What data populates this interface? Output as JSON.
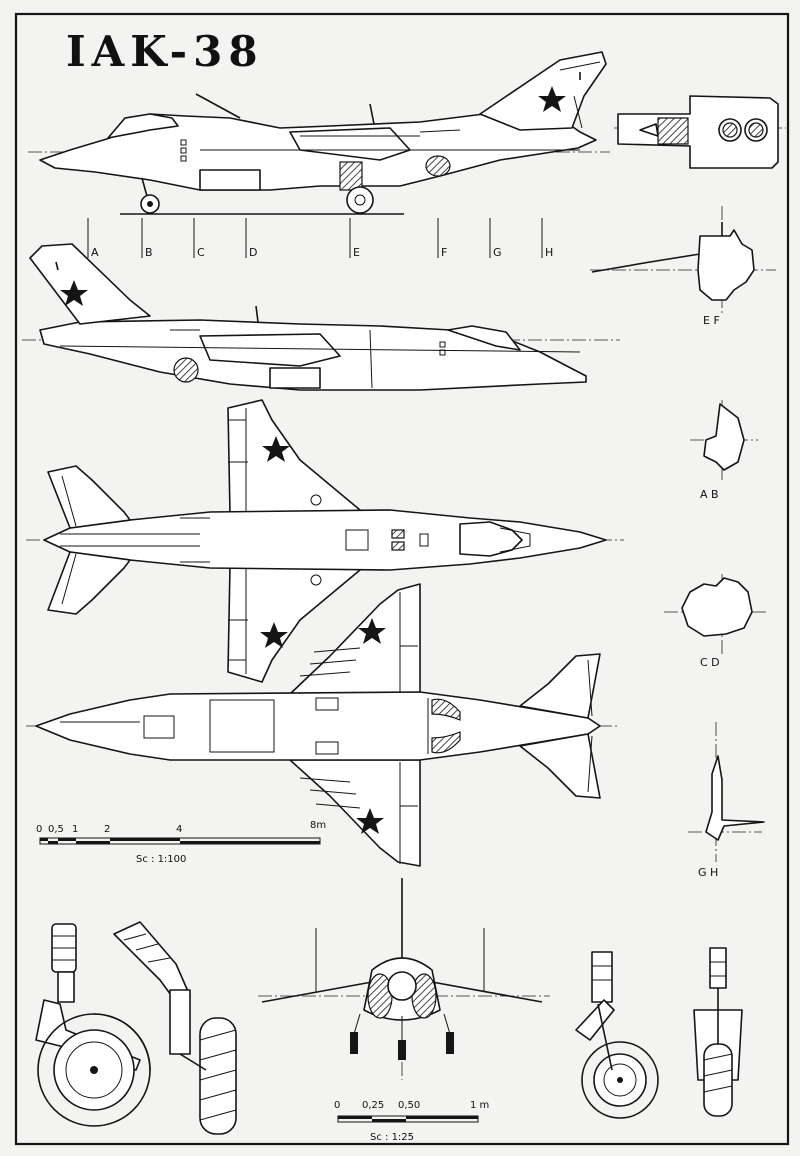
{
  "title": "IAK-38",
  "sections": {
    "stations": [
      "A",
      "B",
      "C",
      "D",
      "E",
      "F",
      "G",
      "H"
    ],
    "ef": "E  F",
    "ab": "A  B",
    "cd": "C  D",
    "gh": "G  H"
  },
  "scale_main": {
    "ticks": [
      "0",
      "0,5",
      "1",
      "2",
      "4",
      "8m"
    ],
    "label": "Sc : 1:100"
  },
  "scale_detail": {
    "ticks": [
      "0",
      "0,25",
      "0,50",
      "1 m"
    ],
    "label": "Sc : 1:25"
  },
  "colors": {
    "ink": "#151515",
    "paper": "#f3f3f1"
  }
}
